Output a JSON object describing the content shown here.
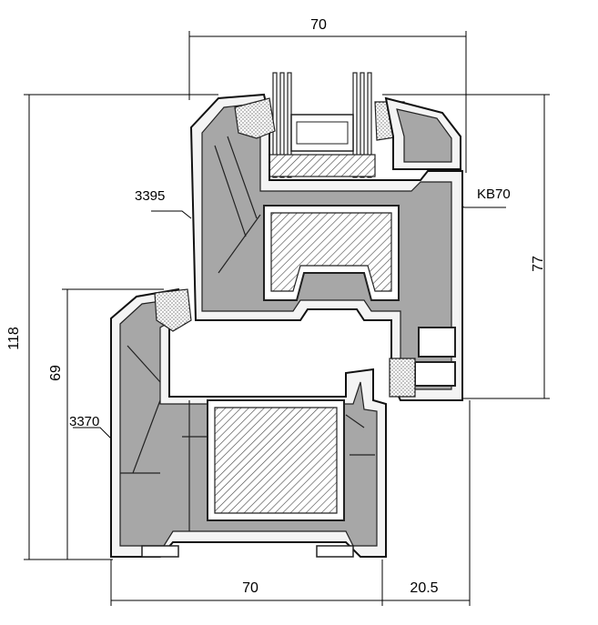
{
  "dimensions": {
    "top_width": "70",
    "bottom_width": "70",
    "bottom_right": "20.5",
    "total_height": "118",
    "frame_height": "69",
    "sash_height": "77"
  },
  "labels": {
    "sash_profile": "3395",
    "frame_profile": "3370",
    "gasket_code": "KB70"
  }
}
